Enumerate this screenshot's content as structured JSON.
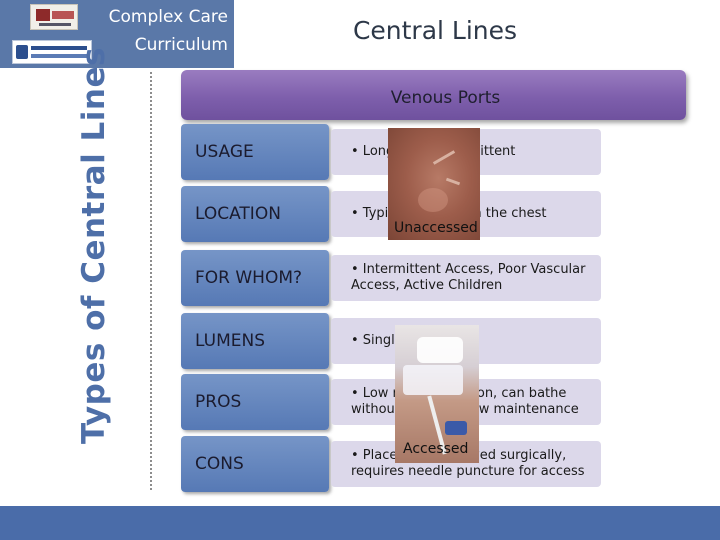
{
  "header": {
    "brand_line1": "Complex Care",
    "brand_line2": "Curriculum",
    "title": "Central Lines"
  },
  "sidebar": {
    "vertical_title": "Types of Central Lines"
  },
  "banner": {
    "label": "Venous Ports"
  },
  "rows": [
    {
      "label": "USAGE",
      "value": "• Long term, intermittent"
    },
    {
      "label": "LOCATION",
      "value": "• Typically placed in the chest"
    },
    {
      "label": "FOR WHOM?",
      "value": "• Intermittent Access, Poor Vascular Access, Active Children"
    },
    {
      "label": "LUMENS",
      "value": "• Single or double"
    },
    {
      "label": "PROS",
      "value": "• Low risk of infection, can bathe without dressing, low maintenance"
    },
    {
      "label": "CONS",
      "value": "• Placed and removed surgically, requires needle puncture for access"
    }
  ],
  "photos": {
    "unaccessed_caption": "Unaccessed",
    "accessed_caption": "Accessed"
  },
  "colors": {
    "header_band": "#5a78a8",
    "banner_purple": "#7e5fac",
    "label_blue": "#5679b5",
    "value_lavender": "#dcd8ea",
    "vertical_title": "#4e6fa8",
    "bottom_bar": "#4a6ca9"
  }
}
